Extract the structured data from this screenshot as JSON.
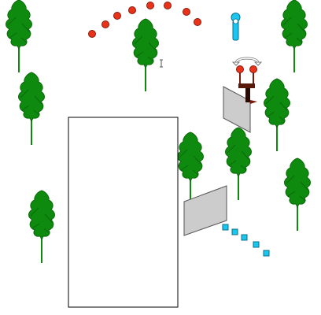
{
  "scene": {
    "background": "#ffffff",
    "colors": {
      "tree_foliage": "#0e8a0e",
      "tree_trunk": "#0e8a0e",
      "red_marker": "#e8331a",
      "blue_marker": "#19c6f0",
      "wall": "#cccccc",
      "building_outline": "#000000"
    },
    "objects": [
      "tree",
      "tree",
      "tree",
      "tree",
      "tree",
      "tree",
      "tree",
      "tree",
      "tree",
      "tree",
      "building",
      "wall",
      "wall",
      "red-marker-trail",
      "blue-marker-trail",
      "player-figure",
      "rotate-icon",
      "text-cursor-icon",
      "turret-robot"
    ]
  }
}
